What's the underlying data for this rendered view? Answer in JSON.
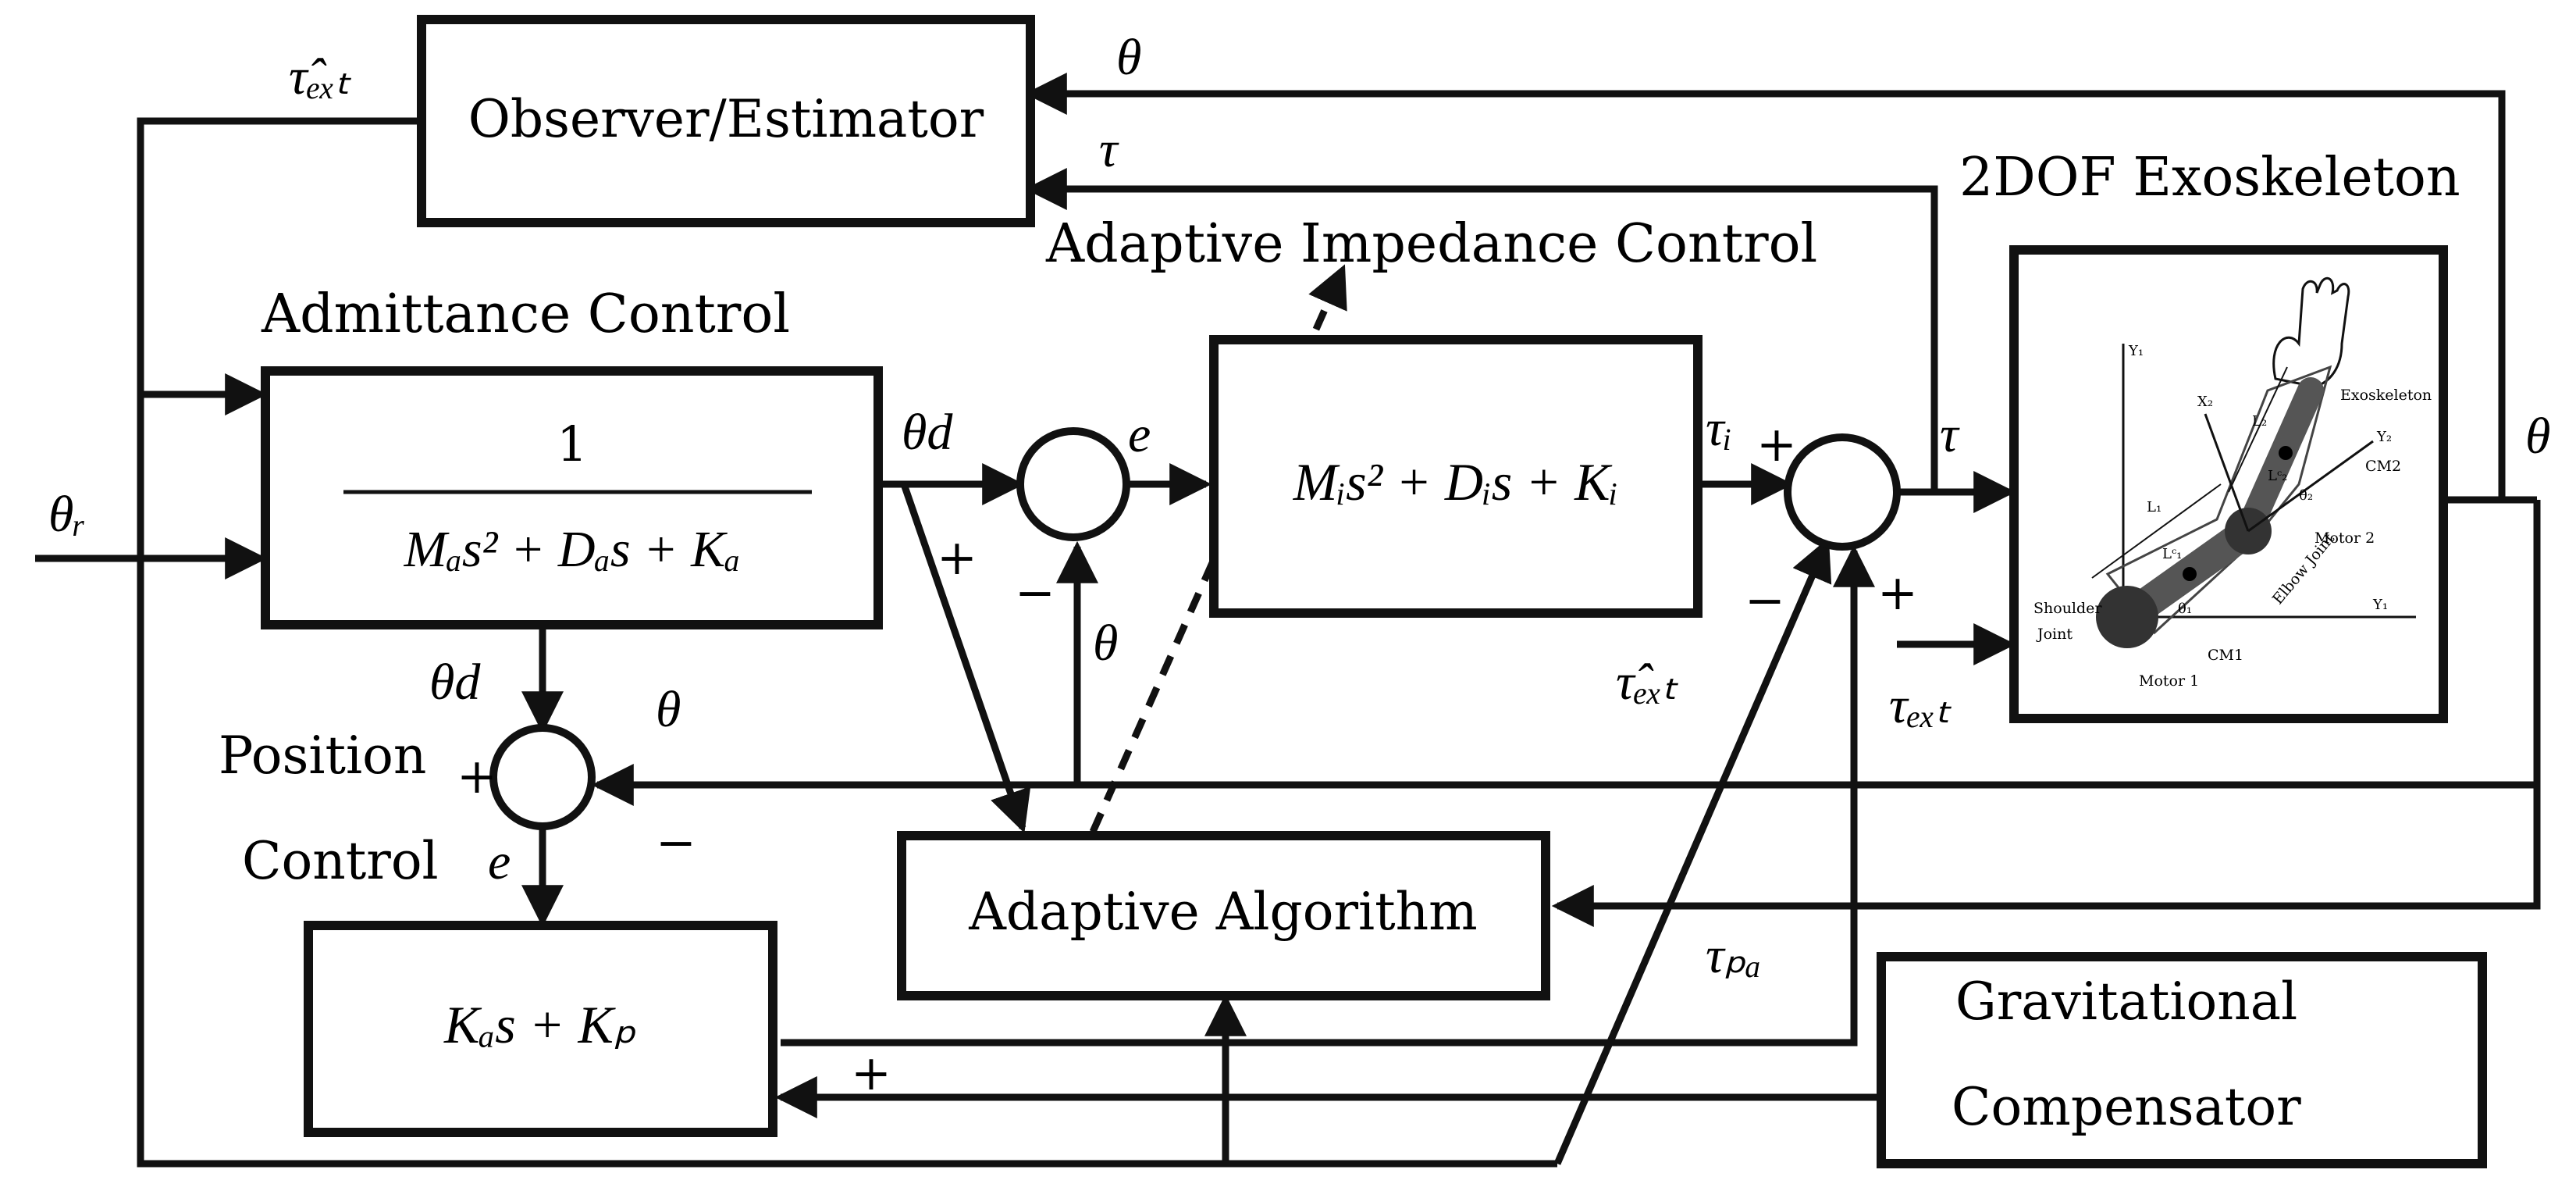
{
  "blocks": {
    "observer": "Observer/Estimator",
    "admittance_title": "Admittance Control",
    "admittance_num": "1",
    "admittance_den": "Mₐs² + Dₐs + Kₐ",
    "impedance": "Mᵢs² + Dᵢs + Kᵢ",
    "adaptive_impedance_title": "Adaptive Impedance Control",
    "adaptive_algorithm": "Adaptive Algorithm",
    "pd": "Kₐs + Kₚ",
    "gravity_line1": "Gravitational",
    "gravity_line2": "Compensator",
    "position_control_line1": "Position",
    "position_control_line2": "Control",
    "exoskeleton_title": "2DOF Exoskeleton"
  },
  "signals": {
    "tau_ext_hat": "τ̂ₑₓₜ",
    "theta": "θ",
    "tau": "τ",
    "theta_r": "θᵣ",
    "theta_d": "θd",
    "e": "e",
    "tau_i": "τᵢ",
    "tau_ext": "τₑₓₜ",
    "tau_pd": "τₚₐ"
  },
  "signs": {
    "plus": "+",
    "minus": "−"
  },
  "exoskeleton_labels": {
    "exoskeleton": "Exoskeleton",
    "cm2": "CM2",
    "motor2": "Motor 2",
    "elbow_joint": "Elbow Joint",
    "shoulder": "Shoulder",
    "joint": "Joint",
    "cm1": "CM1",
    "motor1": "Motor 1",
    "y1": "Y₁",
    "y1_axis": "Y₁",
    "x2": "X₂",
    "y2": "Y₂",
    "l1": "L₁",
    "lc1": "Lᶜ₁",
    "l2": "L₂",
    "lc2": "Lᶜ₂",
    "theta1": "θ₁",
    "theta2": "θ₂"
  },
  "colors": {
    "line": "#111111",
    "arm": "#555555",
    "joint": "#333333"
  }
}
